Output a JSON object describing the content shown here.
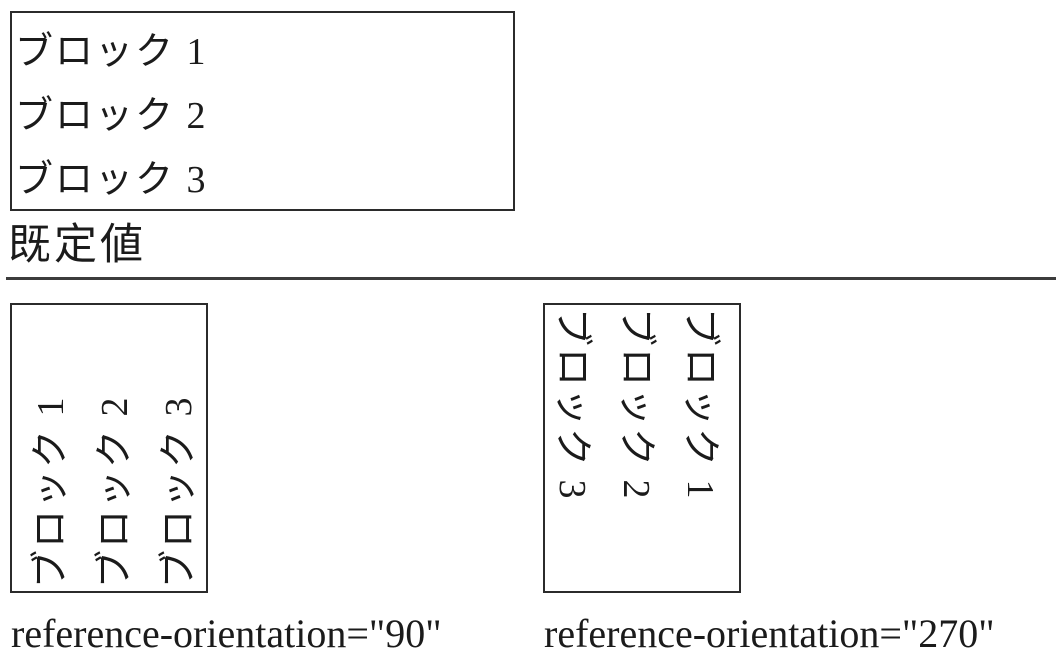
{
  "figure": {
    "colors": {
      "background": "#ffffff",
      "text": "#1b1b1b",
      "box_border": "#2b2b2b",
      "divider": "#3c3c3c"
    },
    "default_example": {
      "lines": [
        "ブロック 1",
        "ブロック 2",
        "ブロック 3"
      ],
      "caption": "既定値"
    },
    "rot90_example": {
      "rotation": "90",
      "lines": [
        "ブロック 1",
        "ブロック 2",
        "ブロック 3"
      ],
      "caption": "reference-orientation=\"90\""
    },
    "rot270_example": {
      "rotation": "270",
      "lines": [
        "ブロック 1",
        "ブロック 2",
        "ブロック 3"
      ],
      "caption": "reference-orientation=\"270\""
    }
  }
}
